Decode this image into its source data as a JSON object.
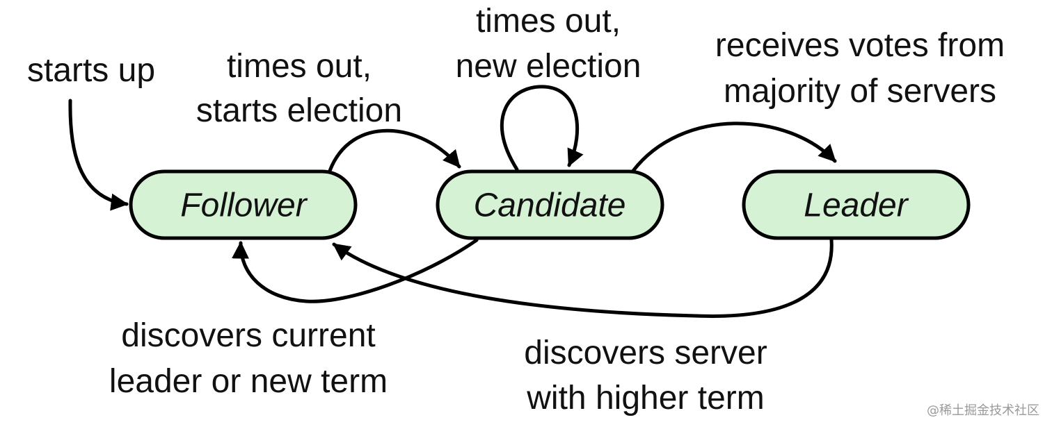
{
  "states": {
    "follower": "Follower",
    "candidate": "Candidate",
    "leader": "Leader"
  },
  "transitions": {
    "start": [
      "starts up"
    ],
    "follower_to_candidate": [
      "times out,",
      "starts election"
    ],
    "candidate_self_loop": [
      "times out,",
      "new election"
    ],
    "candidate_to_leader": [
      "receives votes from",
      "majority of servers"
    ],
    "candidate_to_follower": [
      "discovers current",
      "leader or new term"
    ],
    "leader_to_follower": [
      "discovers server",
      "with higher term"
    ]
  },
  "watermark": "@稀土掘金技术社区",
  "colors": {
    "state_fill": "#d5f2d5",
    "stroke": "#000000",
    "text": "#111111"
  }
}
